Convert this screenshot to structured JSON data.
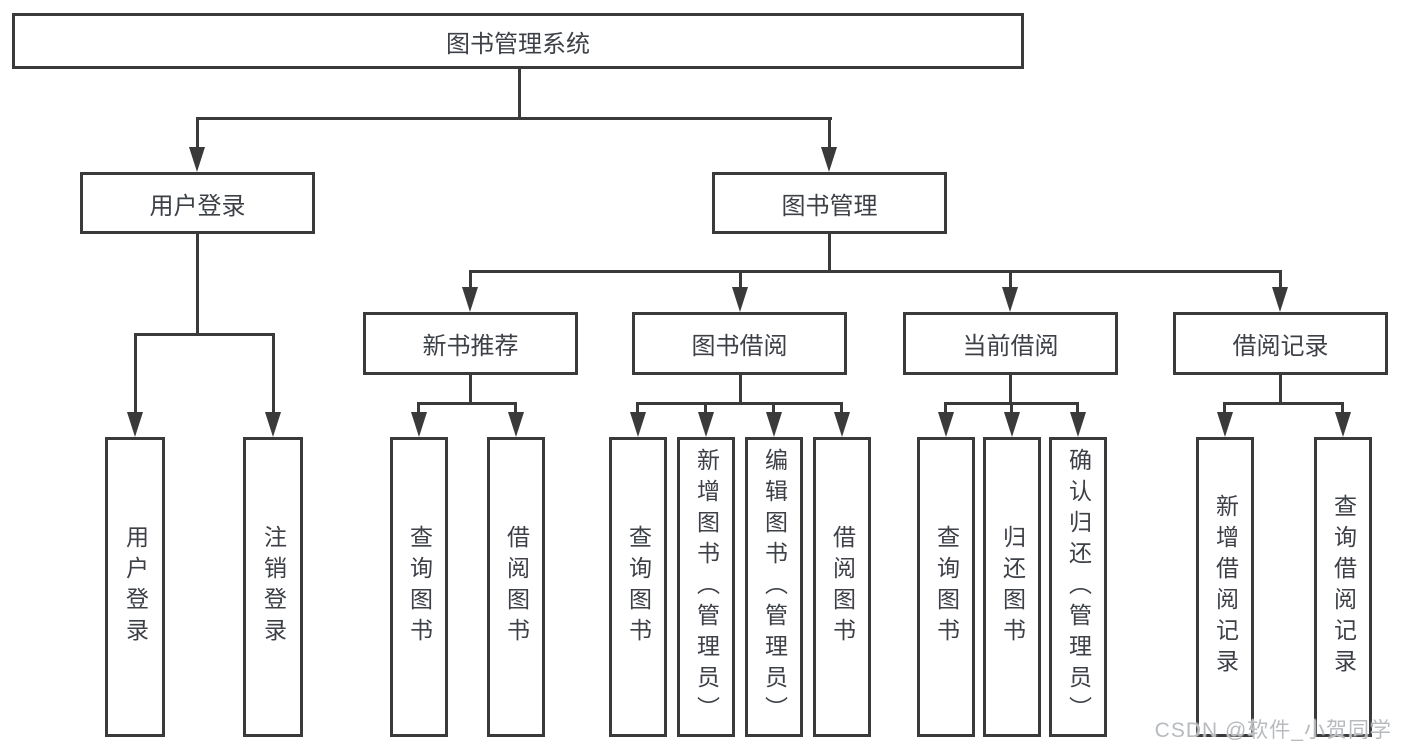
{
  "tree": {
    "root": "图书管理系统",
    "level2": {
      "user": "用户登录",
      "book": "图书管理"
    },
    "level3": {
      "recommend": "新书推荐",
      "borrow": "图书借阅",
      "current": "当前借阅",
      "record": "借阅记录"
    },
    "leaves": {
      "user_login": "用户登录",
      "user_logout": "注销登录",
      "rec_query": "查询图书",
      "rec_borrow": "借阅图书",
      "bor_query": "查询图书",
      "bor_add": "新增图书（管理员）",
      "bor_edit": "编辑图书（管理员）",
      "bor_borrow": "借阅图书",
      "cur_query": "查询图书",
      "cur_return": "归还图书",
      "cur_confirm": "确认归还（管理员）",
      "recd_add": "新增借阅记录",
      "recd_query": "查询借阅记录"
    }
  },
  "watermark": "CSDN @软件_小贺同学",
  "colors": {
    "line": "#3a3a3a",
    "text": "#3d4147",
    "watermark": "#b7bbbf",
    "background": "#ffffff"
  }
}
